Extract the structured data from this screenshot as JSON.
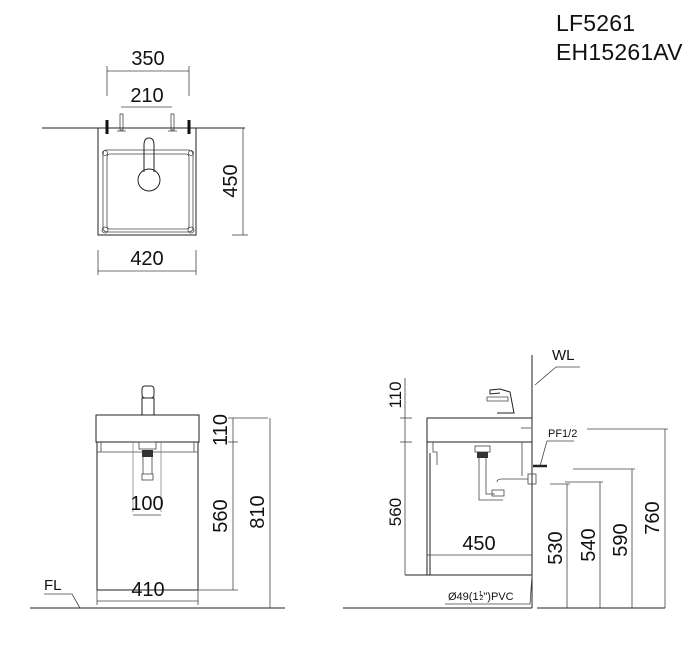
{
  "header": {
    "model_lavatory": "LF5261",
    "model_cabinet": "EH15261AV"
  },
  "top_view": {
    "dim_faucet_span": "350",
    "dim_holes_span": "210",
    "dim_depth": "450",
    "dim_width": "420"
  },
  "front_view": {
    "dim_top_thickness": "110",
    "dim_cabinet_height": "560",
    "dim_total_height": "810",
    "dim_drain_offset": "100",
    "dim_width": "410",
    "floor_label": "FL"
  },
  "side_view": {
    "wall_label": "WL",
    "supply_label": "PF1/2",
    "dim_top_thickness": "110",
    "dim_cabinet_height": "560",
    "dim_depth": "450",
    "drain_label_pre": "Ø49(1",
    "drain_frac_num": "1",
    "drain_frac_den": "2",
    "drain_label_post": "\")PVC",
    "dim_drain_height": "530",
    "dim_trap_height": "540",
    "dim_supply_height": "590",
    "dim_top_height": "760"
  }
}
